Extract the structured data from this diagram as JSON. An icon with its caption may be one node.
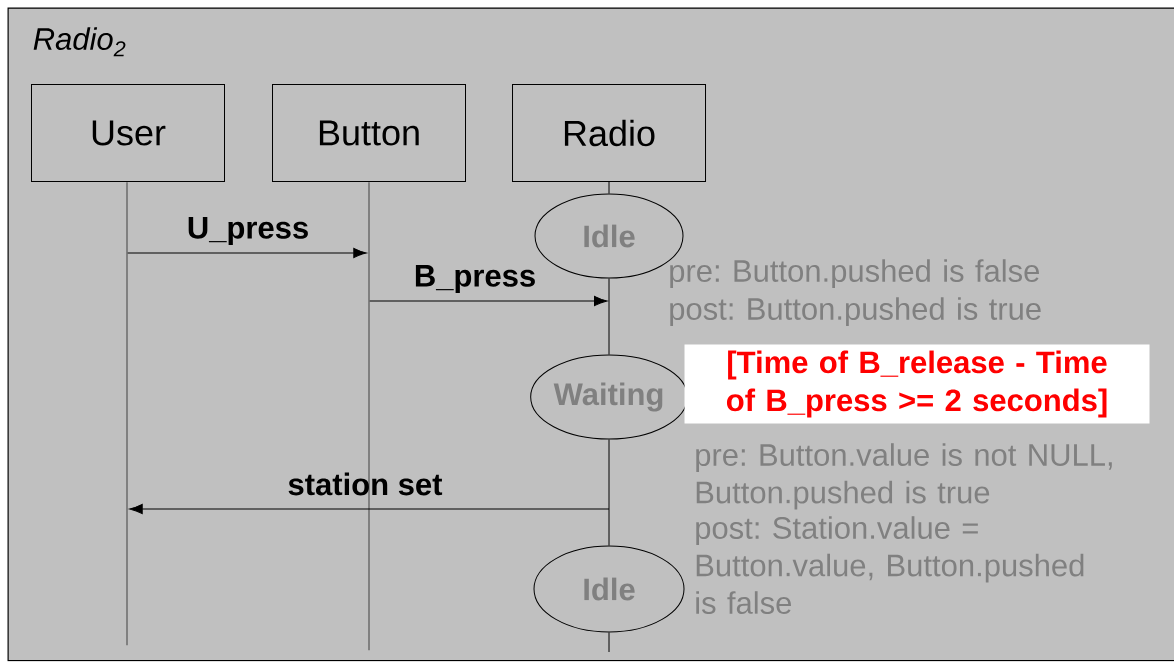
{
  "diagram": {
    "nodes": [
      {
        "text": [
          "Radio$_{2}$"
        ]
      },
      {
        "text": [
          "User"
        ],
        "in": 0
      },
      {
        "text": [
          "Button"
        ],
        "in": 0
      },
      {
        "text": [
          "Radio"
        ],
        "in": 0
      },
      {
        "text": [
          "Idle"
        ],
        "in": 0
      },
      {
        "text": [
          "Waiting"
        ],
        "in": 0
      },
      {
        "text": [
          "Idle"
        ],
        "in": 0
      },
      {
        "text": [
          "[Time of B_release - Time of B_press >= 2 seconds]"
        ],
        "in": 0
      },
      {
        "text": [],
        "shape": "bar",
        "in": 0
      },
      {
        "text": [],
        "shape": "bar",
        "in": 0
      }
    ],
    "edges": [
      {
        "from": 3,
        "to": 4,
        "arrow": "none"
      },
      {
        "from": 4,
        "to": 5,
        "arrow": "none"
      },
      {
        "from": 5,
        "to": 6,
        "arrow": "none"
      },
      {
        "from": 6,
        "to": null,
        "arrow": "none"
      },
      {
        "from": 8,
        "to": 9,
        "arrow": "to",
        "label": "U_press"
      },
      {
        "from": 9,
        "to": null,
        "arrow": "to",
        "label": "B_press"
      },
      {
        "from": null,
        "to": 8,
        "arrow": "to",
        "label": "station set"
      }
    ],
    "labels": [
      "pre: Button.pushed is false",
      "post: Button.pushed is true",
      "pre: Button.value is not NULL, Button.pushed is true",
      "post: Station.value = Button.value, Button.pushed is false"
    ]
  }
}
